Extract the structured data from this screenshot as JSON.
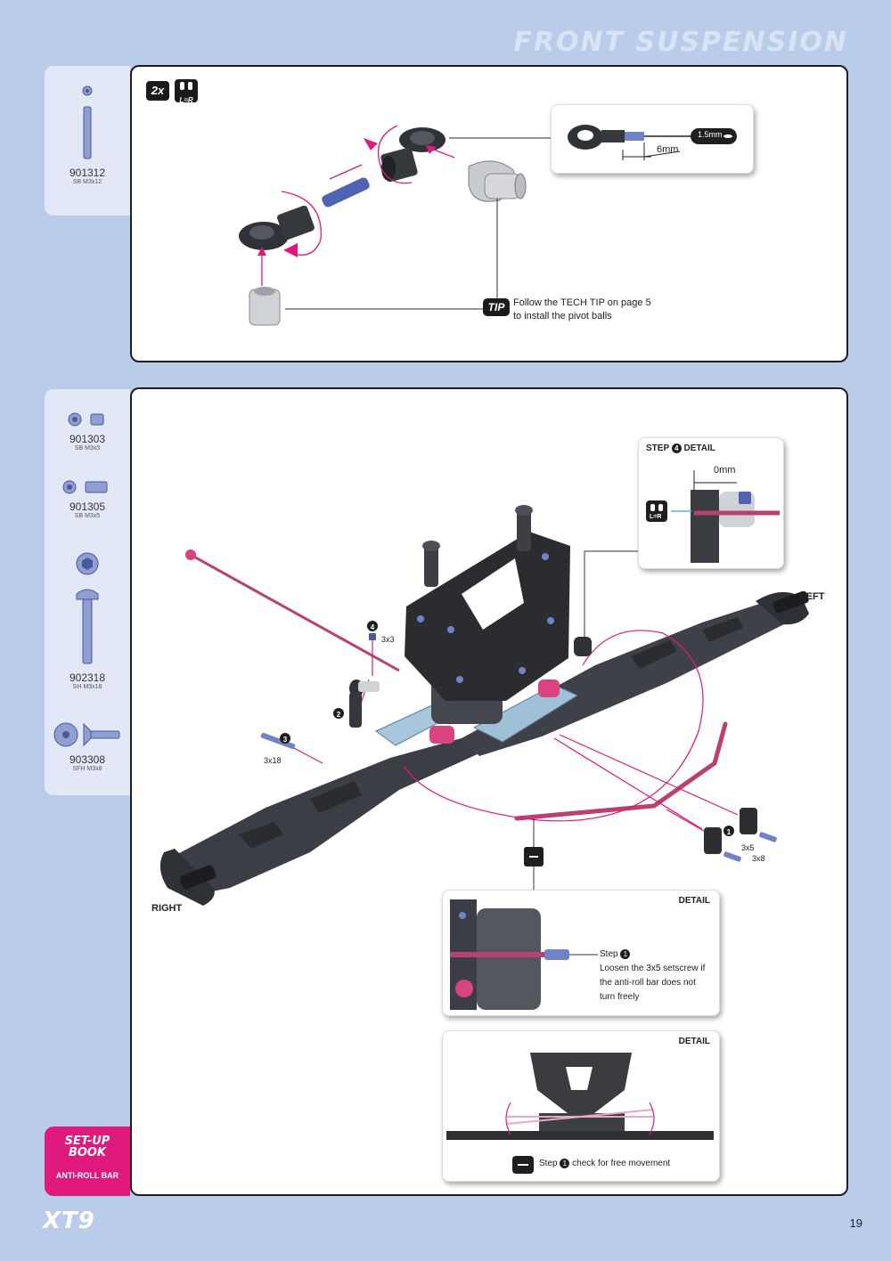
{
  "header": {
    "title": "FRONT SUSPENSION"
  },
  "step1": {
    "parts": [
      {
        "number": "901312",
        "desc": "SB M3x12"
      }
    ],
    "qty_badge": "2x",
    "lr_badge": "L=R",
    "tool_label": "1.5mm",
    "dimension": "6mm",
    "tip_badge": "TIP",
    "tip_line1": "Follow the TECH TIP on page 5",
    "tip_line2": "to install the pivot balls"
  },
  "step2": {
    "parts": [
      {
        "number": "901303",
        "desc": "SB M3x3"
      },
      {
        "number": "901305",
        "desc": "SB M3x5"
      },
      {
        "number": "902318",
        "desc": "SH M3x18"
      },
      {
        "number": "903308",
        "desc": "SFH M3x8"
      }
    ],
    "detail4_title": "STEP",
    "detail4_num": "4",
    "detail4_suffix": "DETAIL",
    "detail4_dimension": "0mm",
    "lr_badge": "L=R",
    "left_label": "LEFT",
    "right_label": "RIGHT",
    "step_num_1": "1",
    "step_num_2": "2",
    "step_num_3": "3",
    "step_num_4": "4",
    "screw_3x3": "3x3",
    "screw_3x18": "3x18",
    "screw_3x5": "3x5",
    "screw_3x8": "3x8",
    "detail_a_title": "DETAIL",
    "detail_a_step": "Step",
    "detail_a_step_num": "1",
    "detail_a_text1": "Loosen the 3x5 setscrew if",
    "detail_a_text2": "the anti-roll bar does not",
    "detail_a_text3": "turn freely",
    "detail_b_title": "DETAIL",
    "detail_b_step": "Step",
    "detail_b_step_num": "1",
    "detail_b_text": "check for free movement"
  },
  "sidebar_tag": {
    "line1": "SET-UP",
    "line2": "BOOK",
    "line3": "ANTI-ROLL BAR"
  },
  "footer": {
    "logo": "XT9",
    "page_number": "19"
  },
  "colors": {
    "background": "#b9cdea",
    "accent": "#e0197d",
    "panel_border": "#1e1e1e",
    "part_blue": "#5b6fb5"
  }
}
